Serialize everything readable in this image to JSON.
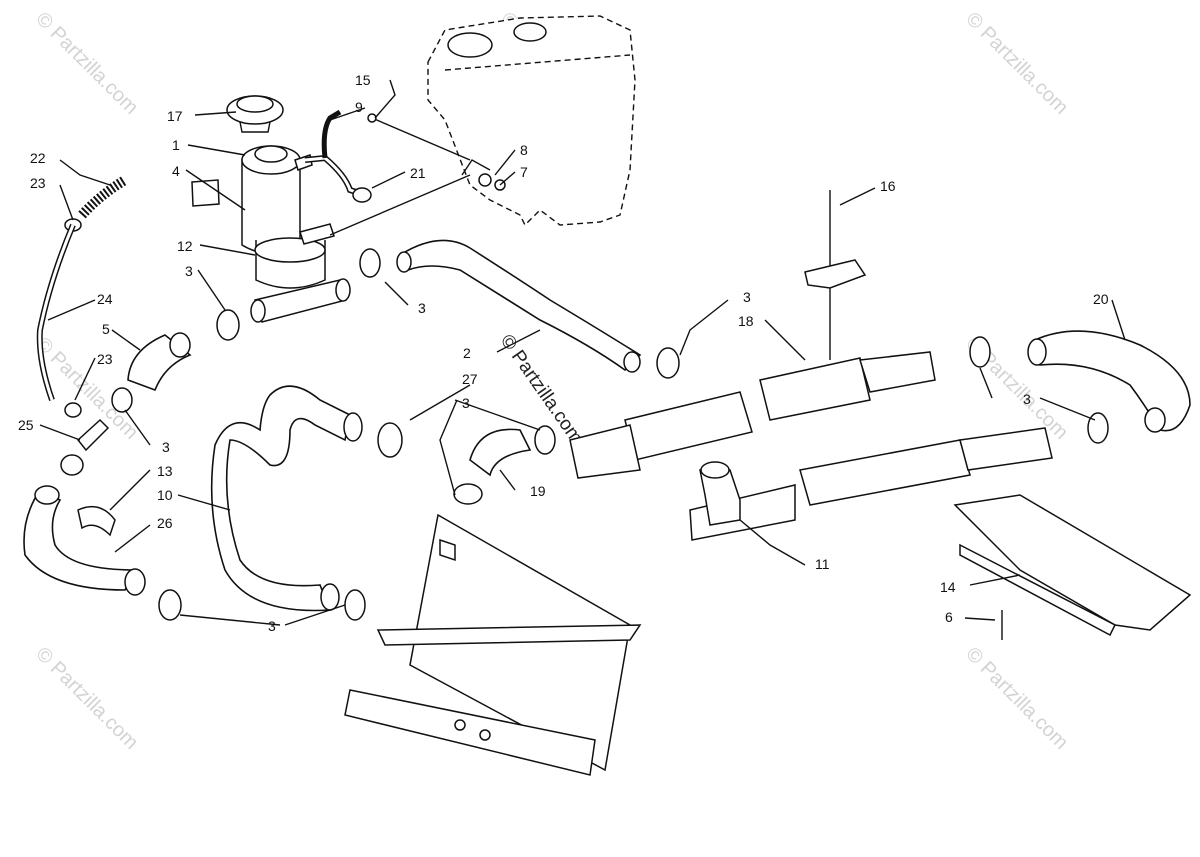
{
  "watermark": {
    "text": "© Partzilla.com",
    "color": "#d3d3d3"
  },
  "callouts": {
    "c1": "1",
    "c2": "2",
    "c3a": "3",
    "c3b": "3",
    "c3c": "3",
    "c3d": "3",
    "c3e": "3",
    "c3f": "3",
    "c3g": "3",
    "c4": "4",
    "c5": "5",
    "c6": "6",
    "c7": "7",
    "c8": "8",
    "c9": "9",
    "c10": "10",
    "c11": "11",
    "c12": "12",
    "c13": "13",
    "c14": "14",
    "c15": "15",
    "c16": "16",
    "c17": "17",
    "c18": "18",
    "c19": "19",
    "c20": "20",
    "c21": "21",
    "c22": "22",
    "c23a": "23",
    "c23b": "23",
    "c24": "24",
    "c25": "25",
    "c26": "26",
    "c27": "27"
  }
}
